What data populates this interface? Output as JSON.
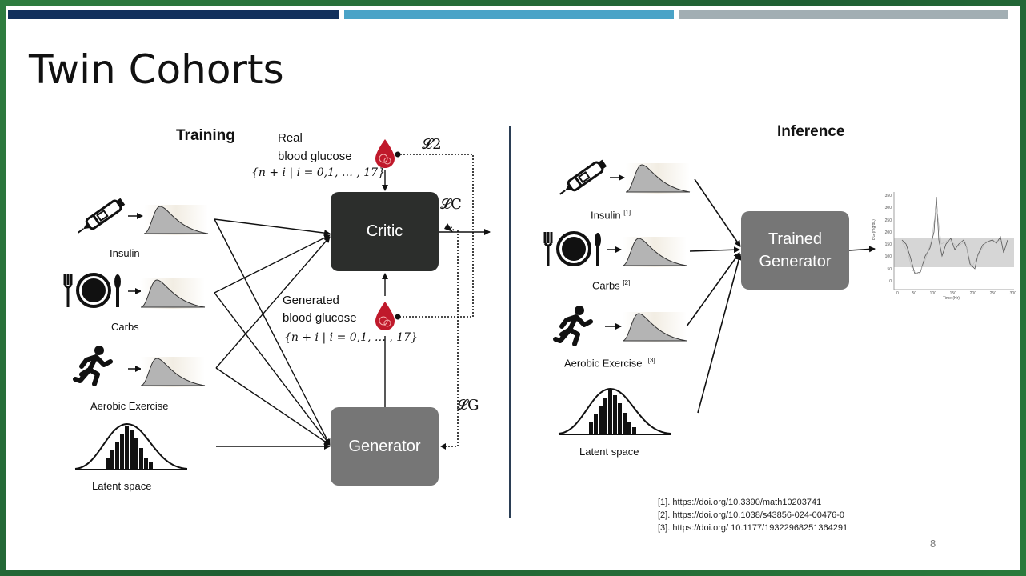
{
  "slide": {
    "title": "Twin Cohorts",
    "page_number": "8",
    "header_bar_colors": [
      "#12305c",
      "#4aa3c7",
      "#a2aeb3"
    ]
  },
  "training": {
    "heading": "Training",
    "inputs": [
      {
        "label": "Insulin",
        "icon": "insulin-pen-icon"
      },
      {
        "label": "Carbs",
        "icon": "plate-fork-knife-icon"
      },
      {
        "label": "Aerobic Exercise",
        "icon": "running-person-icon"
      },
      {
        "label": "Latent space",
        "icon": "histogram-icon"
      }
    ],
    "real_glucose_line1": "Real",
    "real_glucose_line2": "blood glucose",
    "real_glucose_set": "{n + i | i = 0,1, … , 17}",
    "generated_glucose_line1": "Generated",
    "generated_glucose_line2": "blood glucose",
    "generated_glucose_set": "{n + i | i = 0,1, … , 17}",
    "critic_label": "Critic",
    "generator_label": "Generator",
    "loss_l2": "𝓛2",
    "loss_lc": "𝓛C",
    "loss_lg": "𝓛G"
  },
  "inference": {
    "heading": "Inference",
    "inputs": [
      {
        "label": "Insulin",
        "ref": "[1]",
        "icon": "insulin-pen-icon"
      },
      {
        "label": "Carbs",
        "ref": "[2]",
        "icon": "plate-fork-knife-icon"
      },
      {
        "label": "Aerobic Exercise",
        "ref": "[3]",
        "icon": "running-person-icon"
      },
      {
        "label": "Latent space",
        "icon": "histogram-icon"
      }
    ],
    "generator_label": "Trained Generator",
    "output_chart": {
      "ylabel": "BG (mg/dL)",
      "xlabel": "Time (Hr)",
      "yticks": [
        "350",
        "300",
        "250",
        "200",
        "150",
        "100",
        "50",
        "0"
      ],
      "xticks": [
        "0",
        "50",
        "100",
        "150",
        "200",
        "250",
        "300"
      ]
    }
  },
  "references": [
    "[1]. https://doi.org/10.3390/math10203741",
    "[2]. https://doi.org/10.1038/s43856-024-00476-0",
    "[3]. https://doi.org/ 10.1177/19322968251364291"
  ],
  "colors": {
    "critic_box": "#2c2e2c",
    "generator_box": "#767676",
    "blood_drop": "#c0192b",
    "curve_fill": "#b4b4b4"
  }
}
